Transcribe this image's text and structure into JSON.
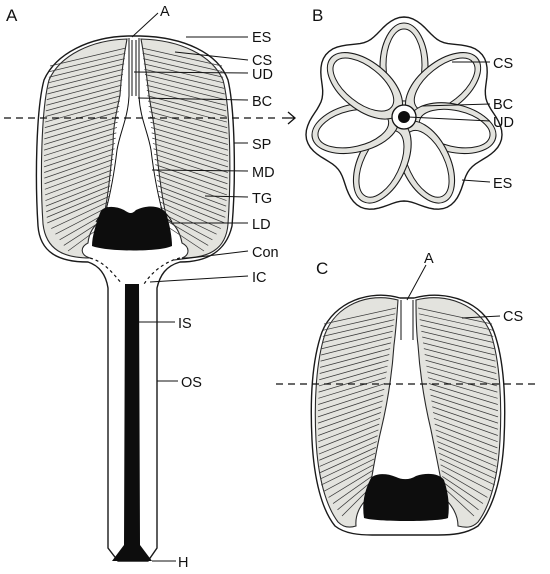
{
  "panels": [
    "A",
    "B",
    "C"
  ],
  "labels": {
    "panel_a": {
      "a": "A",
      "es": "ES",
      "cs": "CS",
      "ud": "UD",
      "bc": "BC",
      "sp": "SP",
      "md": "MD",
      "tg": "TG",
      "ld": "LD",
      "con": "Con",
      "ic": "IC",
      "is": "IS",
      "os": "OS",
      "h": "H"
    },
    "panel_b": {
      "cs": "CS",
      "bc": "BC",
      "ud": "UD",
      "es": "ES"
    },
    "panel_c": {
      "a": "A",
      "cs": "CS"
    }
  },
  "colors": {
    "tissue_fill": "#e3e3de",
    "outline": "#1a1a1a",
    "dark_mass": "#0d0d0d",
    "background": "#ffffff"
  }
}
